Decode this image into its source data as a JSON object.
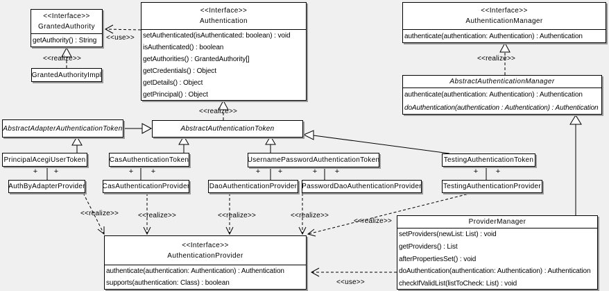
{
  "diagram": {
    "background_color": "#f0f0f0",
    "box_fill_color": "#ffffff",
    "line_color": "#000000",
    "labels": {
      "use": "<<use>>",
      "realize": "<<realize>>",
      "plus": "+"
    },
    "classes": {
      "granted_authority": {
        "stereotype": "<<Interface>>",
        "name": "GrantedAuthority",
        "methods": [
          "getAuthority() : String"
        ]
      },
      "granted_authority_impl": {
        "name": "GrantedAuthorityImpl"
      },
      "authentication": {
        "stereotype": "<<Interface>>",
        "name": "Authentication",
        "methods": [
          "setAuthenticated(isAuthenticated: boolean) : void",
          "isAuthenticated() : boolean",
          "getAuthorities() : GrantedAuthority[]",
          "getCredentials() : Object",
          "getDetails() : Object",
          "getPrincipal() : Object"
        ]
      },
      "authentication_manager": {
        "stereotype": "<<Interface>>",
        "name": "AuthenticationManager",
        "methods": [
          "authenticate(authentication: Authentication) : Authentication"
        ]
      },
      "abstract_authentication_manager": {
        "name": "AbstractAuthenticationManager",
        "methods": [
          "authenticate(authentication: Authentication) : Authentication",
          "doAuthentication(authentication : Authentication) : Authentication"
        ]
      },
      "abstract_adapter_authentication_token": {
        "name": "AbstractAdapterAuthenticationToken"
      },
      "abstract_authentication_token": {
        "name": "AbstractAuthenticationToken"
      },
      "principal_acegi_user_token": {
        "name": "PrincipalAcegiUserToken"
      },
      "cas_authentication_token": {
        "name": "CasAuthenticationToken"
      },
      "username_password_authentication_token": {
        "name": "UsernamePasswordAuthenticationToken"
      },
      "testing_authentication_token": {
        "name": "TestingAuthenticationToken"
      },
      "auth_by_adapter_provider": {
        "name": "AuthByAdapterProvider"
      },
      "cas_authentication_provider": {
        "name": "CasAuthenticationProvider"
      },
      "dao_authentication_provider": {
        "name": "DaoAuthenticationProvider"
      },
      "password_dao_authentication_provider": {
        "name": "PasswordDaoAuthenticationProvider"
      },
      "testing_authentication_provider": {
        "name": "TestingAuthenticationProvider"
      },
      "authentication_provider": {
        "stereotype": "<<Interface>>",
        "name": "AuthenticationProvider",
        "methods": [
          "authenticate(authentication: Authentication) : Authentication",
          "supports(authentication: Class) : boolean"
        ]
      },
      "provider_manager": {
        "name": "ProviderManager",
        "methods": [
          "setProviders(newList: List) : void",
          "getProviders() : List",
          "afterPropertiesSet() : void",
          "doAuthentication(authentication: Authentication) : Authentication",
          "checkIfValidList(listToCheck: List) : void"
        ]
      }
    }
  }
}
